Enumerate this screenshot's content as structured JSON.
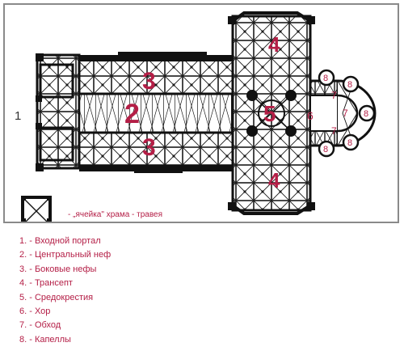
{
  "plan": {
    "labels": {
      "entrance": "1",
      "nave": "2",
      "aisle_top": "3",
      "aisle_bottom": "3",
      "transept_top": "4",
      "transept_bottom": "4",
      "crossing": "5",
      "choir": "6",
      "ambulatory_top": "7",
      "ambulatory_mid": "7",
      "ambulatory_bottom": "7",
      "chapel_1": "8",
      "chapel_2": "8",
      "chapel_3": "8",
      "chapel_4": "8",
      "chapel_5": "8"
    },
    "bay_caption": "- „ячейка\" храма - травея"
  },
  "legend": {
    "items": [
      "1. - Входной портал",
      "2. - Центральный неф",
      "3. - Боковые нефы",
      "4. - Трансепт",
      "5. - Средокрестия",
      "6. - Хор",
      "7. - Обход",
      "8. - Капеллы"
    ]
  },
  "colors": {
    "accent": "#b41e46",
    "ink": "#111111",
    "frame": "#8a8a8a"
  }
}
